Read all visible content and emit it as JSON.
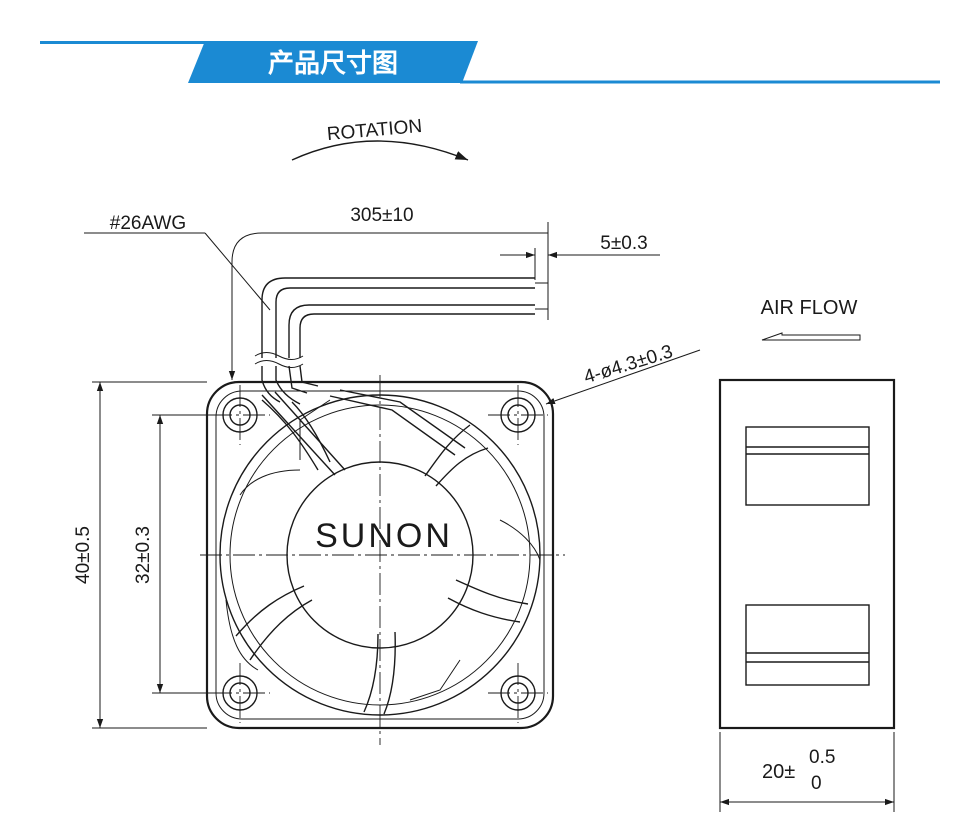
{
  "header": {
    "title": "产品尺寸图",
    "accent_color": "#1b8ad3"
  },
  "labels": {
    "rotation": "ROTATION",
    "wire_gauge": "#26AWG",
    "lead_length": "305±10",
    "strip_length": "5±0.3",
    "air_flow": "AIR FLOW",
    "mounting_holes": "4-ø4.3±0.3",
    "frame_size": "40±0.5",
    "hole_spacing": "32±0.3",
    "depth_base": "20±",
    "depth_tol_plus": "0.5",
    "depth_tol_minus": "0",
    "brand": "SUNON"
  },
  "colors": {
    "line": "#1a1a1a",
    "background": "#ffffff"
  }
}
